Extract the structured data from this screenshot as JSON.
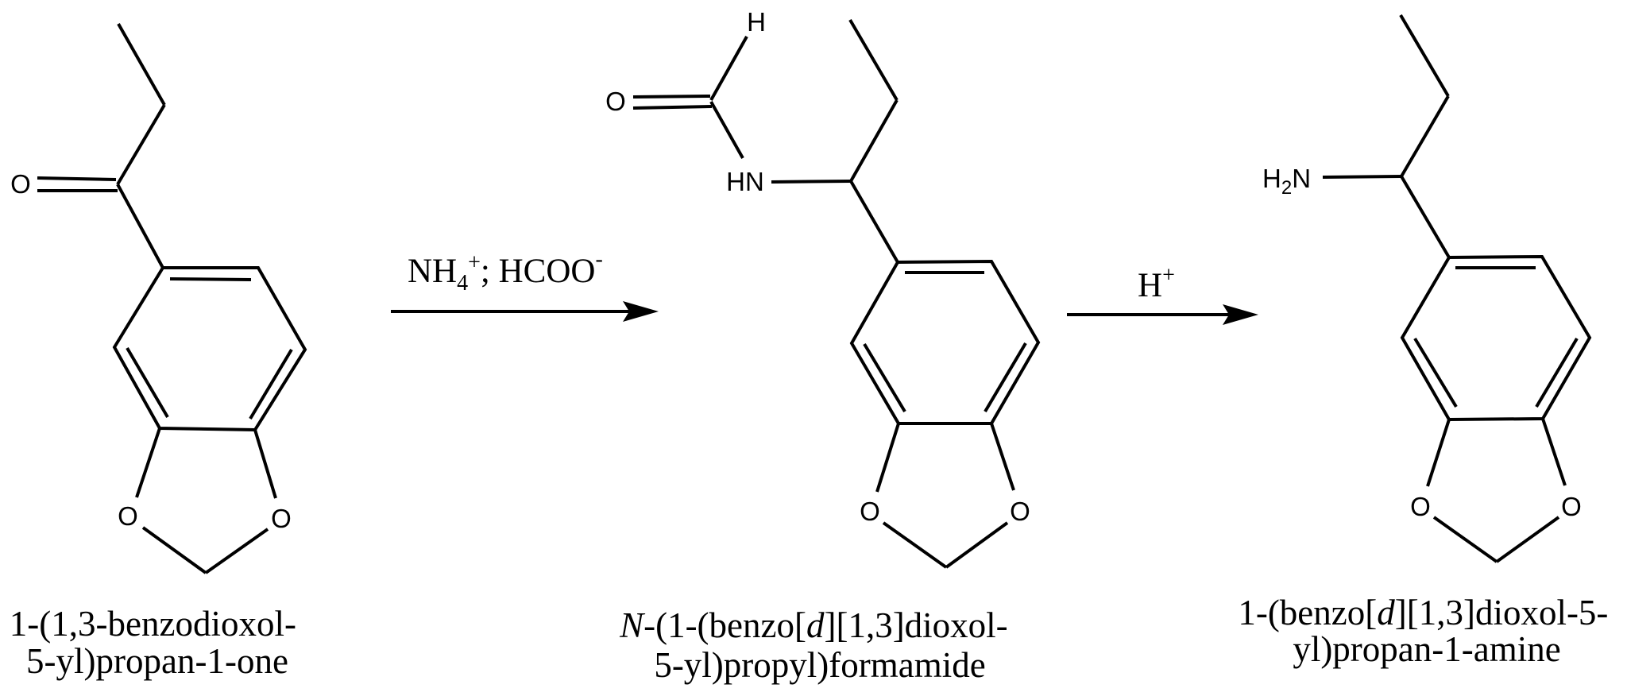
{
  "figure": {
    "type": "reaction-scheme",
    "background": "#ffffff",
    "ink_color": "#000000"
  },
  "molecules": [
    {
      "id": "reactant",
      "atoms": {
        "carbonyl_o": "O",
        "ring_o_left": "O",
        "ring_o_right": "O"
      },
      "name_lines": [
        "1-(1,3-benzodioxol-",
        "5-yl)propan-1-one"
      ]
    },
    {
      "id": "intermediate",
      "atoms": {
        "formyl_h": "H",
        "formyl_o": "O",
        "amide_nh": "HN",
        "ring_o_left": "O",
        "ring_o_right": "O"
      },
      "name_line1_parts": [
        "N",
        "-(1-(benzo[",
        "d",
        "][1,3]dioxol-"
      ],
      "name_line2": "5-yl)propyl)formamide"
    },
    {
      "id": "product",
      "atoms": {
        "amine_h": "H",
        "amine_sub": "2",
        "amine_n": "N",
        "ring_o_left": "O",
        "ring_o_right": "O"
      },
      "name_line1_parts": [
        "1-(benzo[",
        "d",
        "][1,3]dioxol-5-"
      ],
      "name_line2": "yl)propan-1-amine"
    }
  ],
  "arrows": [
    {
      "id": "step-1",
      "reagent_parts": {
        "base1": "NH",
        "sub": "4",
        "sup1": "+",
        "base2": "; HCOO",
        "sup2": "-"
      }
    },
    {
      "id": "step-2",
      "reagent_parts": {
        "base1": "H",
        "sup1": "+"
      }
    }
  ]
}
